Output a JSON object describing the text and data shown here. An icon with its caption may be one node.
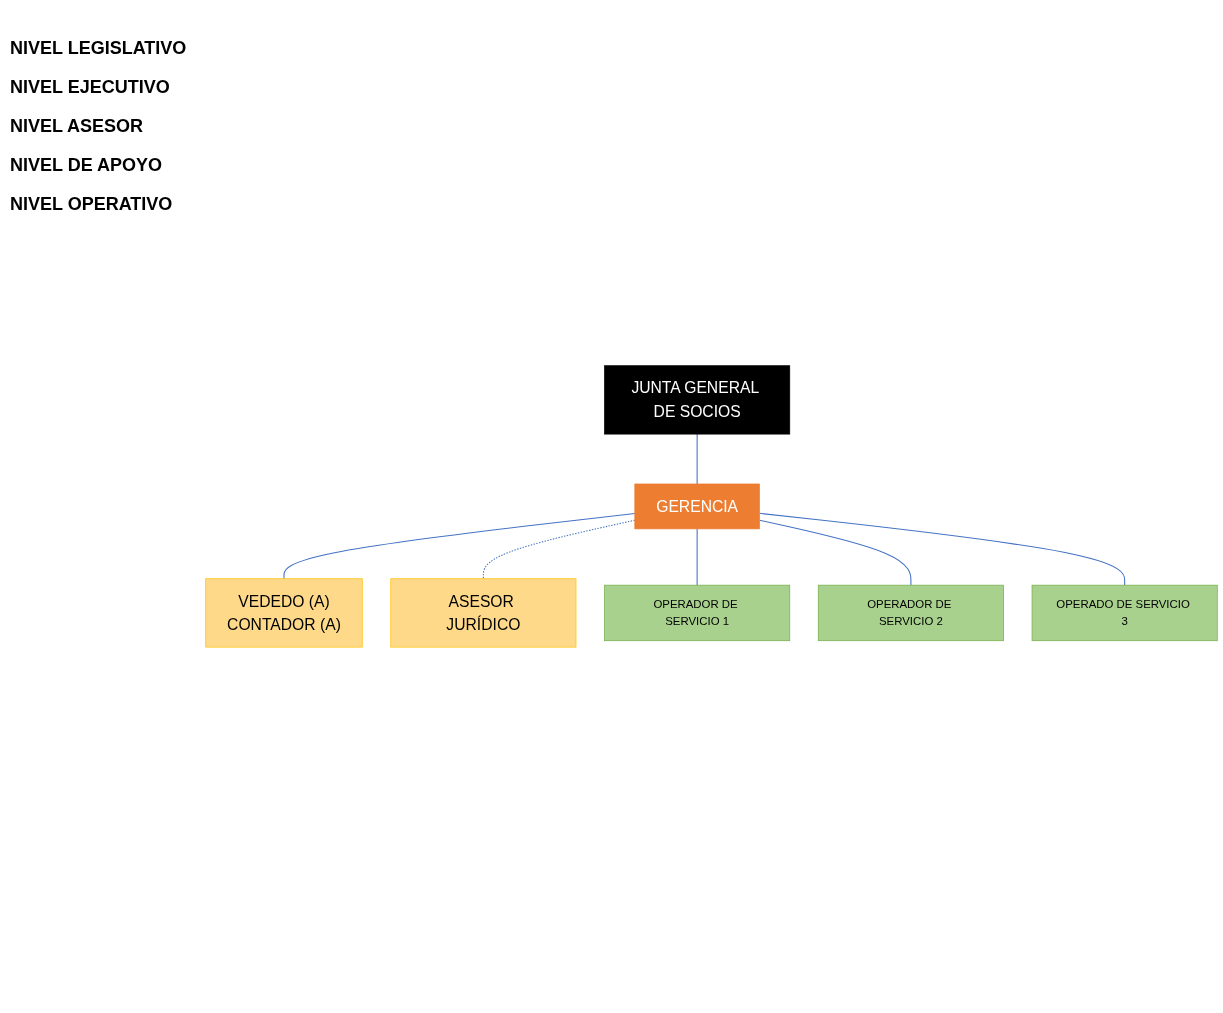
{
  "diagram": {
    "nodes": [
      {
        "text": [
          "JUNTA GENERAL DE SOCIOS"
        ]
      },
      {
        "text": [
          "GERENCIA"
        ]
      },
      {
        "text": [
          "VEDEDO (A)",
          "CONTADOR (A)"
        ]
      },
      {
        "text": [
          "ASESOR JURÍDICO"
        ]
      },
      {
        "text": [
          "OPERADOR DE SERVICIO 1"
        ]
      },
      {
        "text": [
          "OPERADOR DE SERVICIO 2"
        ]
      },
      {
        "text": [
          "OPERADO DE SERVICIO 3"
        ]
      }
    ],
    "edges": [
      {
        "from": 0,
        "to": 1,
        "arrow": "none"
      },
      {
        "from": 1,
        "to": 2,
        "arrow": "none"
      },
      {
        "from": 1,
        "to": 3,
        "arrow": "none",
        "style": "dashed"
      },
      {
        "from": 1,
        "to": 4,
        "arrow": "none"
      },
      {
        "from": 1,
        "to": 5,
        "arrow": "none"
      },
      {
        "from": 1,
        "to": 6,
        "arrow": "none"
      }
    ],
    "labels": [
      "NIVEL LEGISLATIVO",
      "NIVEL EJECUTIVO",
      "NIVEL ASESOR",
      "NIVEL DE APOYO",
      "NIVEL OPERATIVO"
    ]
  }
}
